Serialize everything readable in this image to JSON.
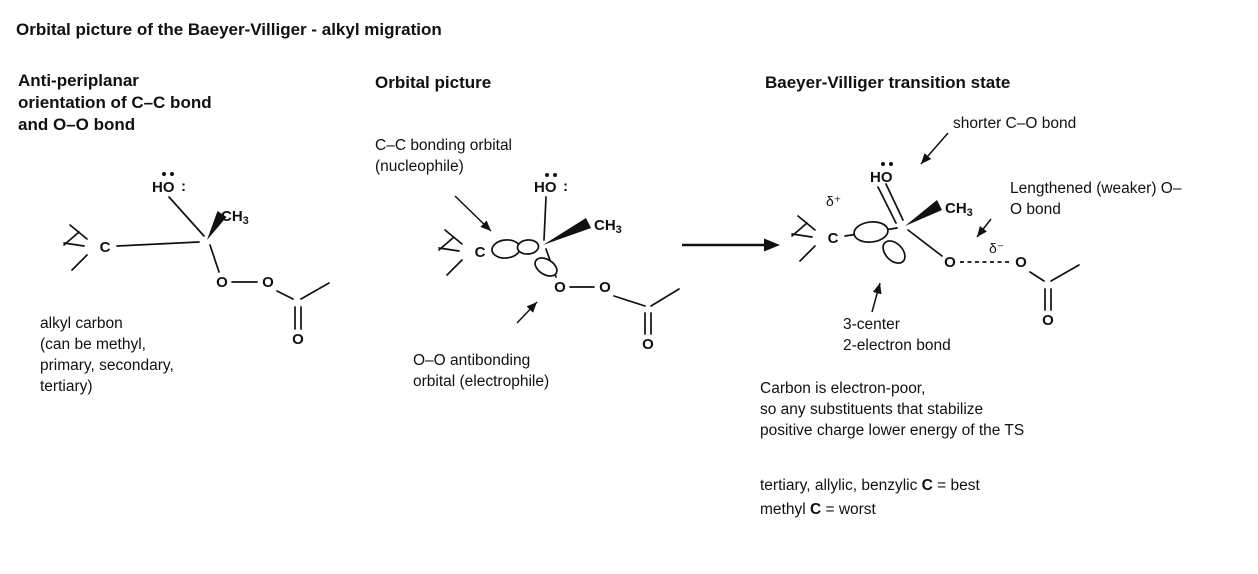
{
  "title": "Orbital picture of the Baeyer-Villiger - alkyl migration",
  "left_panel": {
    "heading": "Anti-periplanar\norientation of C–C bond\nand O–O bond",
    "caption": "alkyl carbon\n(can be methyl,\nprimary, secondary,\ntertiary)"
  },
  "middle_panel": {
    "heading": "Orbital picture",
    "cc_orbital_label": "C–C bonding orbital\n(nucleophile)",
    "oo_orbital_label": "O–O antibonding\norbital (electrophile)"
  },
  "right_panel": {
    "heading": "Baeyer-Villiger transition state",
    "shorter_bond_label": "shorter C–O bond",
    "lengthened_bond_label": "Lengthened (weaker) O–\nO bond",
    "three_center_label": "3-center\n2-electron bond",
    "delta_plus": "δ⁺",
    "delta_minus": "δ⁻",
    "note": "Carbon is electron-poor,\nso any substituents that stabilize\npositive charge lower energy of the TS",
    "ranking_best": {
      "prefix": "tertiary, allylic, benzylic ",
      "bold": "C",
      "suffix": " = best"
    },
    "ranking_worst": {
      "prefix": "methyl ",
      "bold": "C",
      "suffix": " = worst"
    }
  },
  "atoms": {
    "ho": "HO",
    "ch": "CH",
    "ch_sub": "3",
    "c": "C",
    "o": "O",
    "lone_pair_colon": ":"
  }
}
